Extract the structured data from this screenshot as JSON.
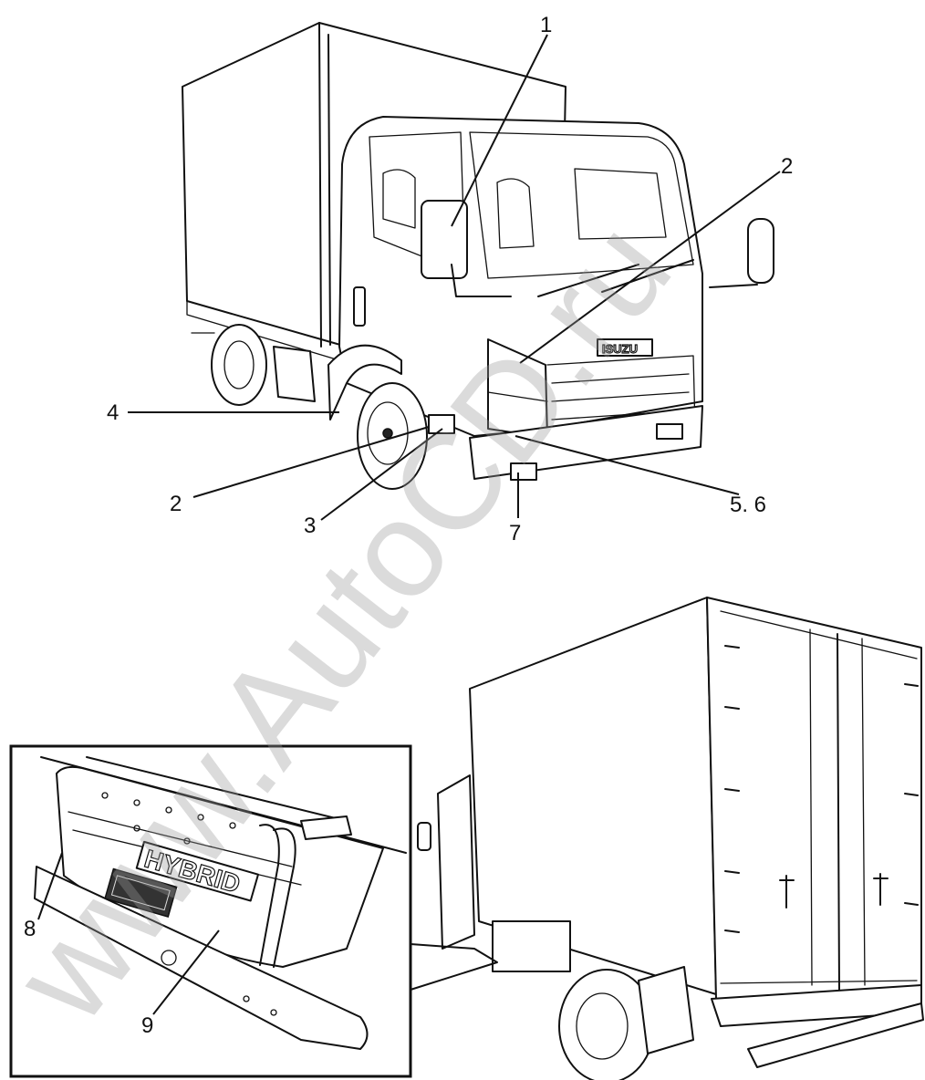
{
  "callouts": {
    "c1": "1",
    "c2a": "2",
    "c2b": "2",
    "c3": "3",
    "c4": "4",
    "c56": "5. 6",
    "c7": "7",
    "c8": "8",
    "c9": "9"
  },
  "emblems": {
    "cab_badge": "ISUZU",
    "hybrid_badge": "HYBRID"
  },
  "watermark": "www.AutoCD.ru"
}
